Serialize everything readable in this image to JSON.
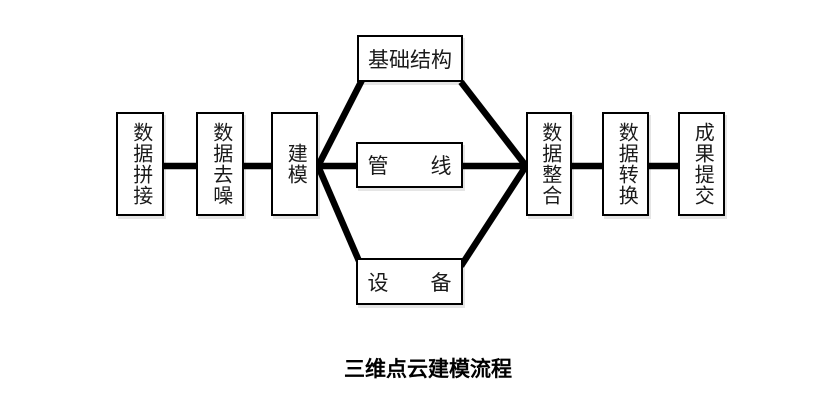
{
  "diagram": {
    "caption": "三维点云建模流程",
    "nodes": {
      "data_stitching": "数据拼接",
      "data_denoising": "数据去噪",
      "modeling": "建模",
      "base_structure": "基础结构",
      "pipeline": "管　　线",
      "equipment": "设　　备",
      "data_integration": "数据整合",
      "data_conversion": "数据转换",
      "result_submission": "成果提交"
    },
    "colors": {
      "background": "#ffffff",
      "line": "#000000",
      "box_border": "#000000",
      "box_fill": "#ffffff",
      "text": "#1a1a1a"
    }
  }
}
